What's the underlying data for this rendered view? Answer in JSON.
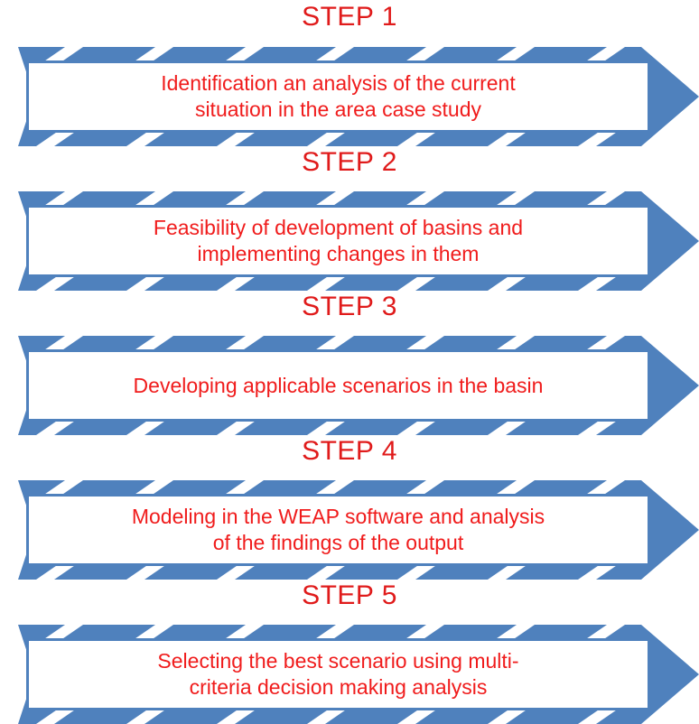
{
  "diagram": {
    "title": "Research methodology steps flowchart",
    "colors": {
      "arrow_blue": "#4F81BD",
      "text_red": "#F01C1C",
      "label_red": "#E01B1B",
      "plate_white": "#FFFFFF",
      "background": "#FFFFFF"
    },
    "steps": [
      {
        "label": "STEP 1",
        "text": "Identification an analysis of the current\nsituation in the area case study"
      },
      {
        "label": "STEP 2",
        "text": "Feasibility of development of basins and\nimplementing changes in them"
      },
      {
        "label": "STEP 3",
        "text": "Developing applicable scenarios in the basin"
      },
      {
        "label": "STEP 4",
        "text": "Modeling in the WEAP software and analysis\nof the findings of the output"
      },
      {
        "label": "STEP 5",
        "text": "Selecting the best scenario using multi-\ncriteria decision making analysis"
      }
    ]
  }
}
